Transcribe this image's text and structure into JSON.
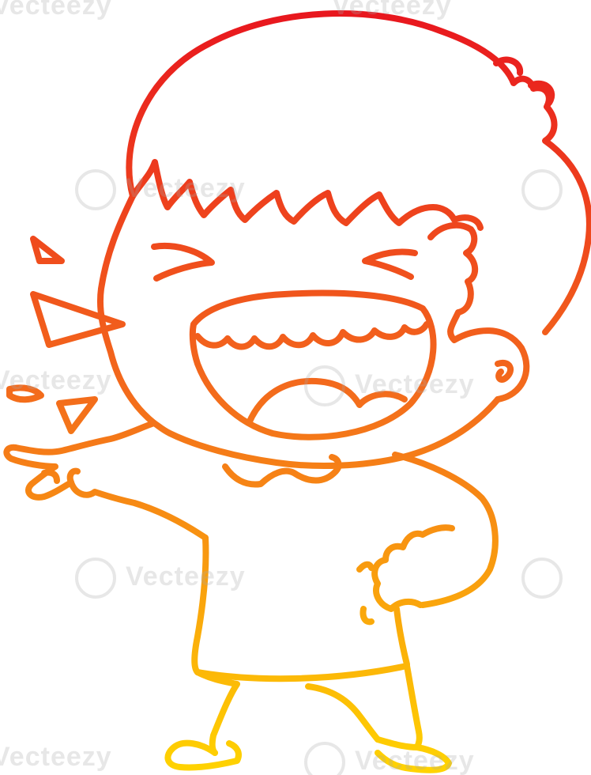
{
  "image": {
    "subject": "cartoon-shouting-man-pointing",
    "style": "line-art",
    "gradient": {
      "top_color": "#e8141e",
      "mid_color": "#f36a1c",
      "bottom_color": "#ffd400"
    },
    "background_color": "#ffffff"
  },
  "watermark": {
    "text": "Vecteezy"
  }
}
